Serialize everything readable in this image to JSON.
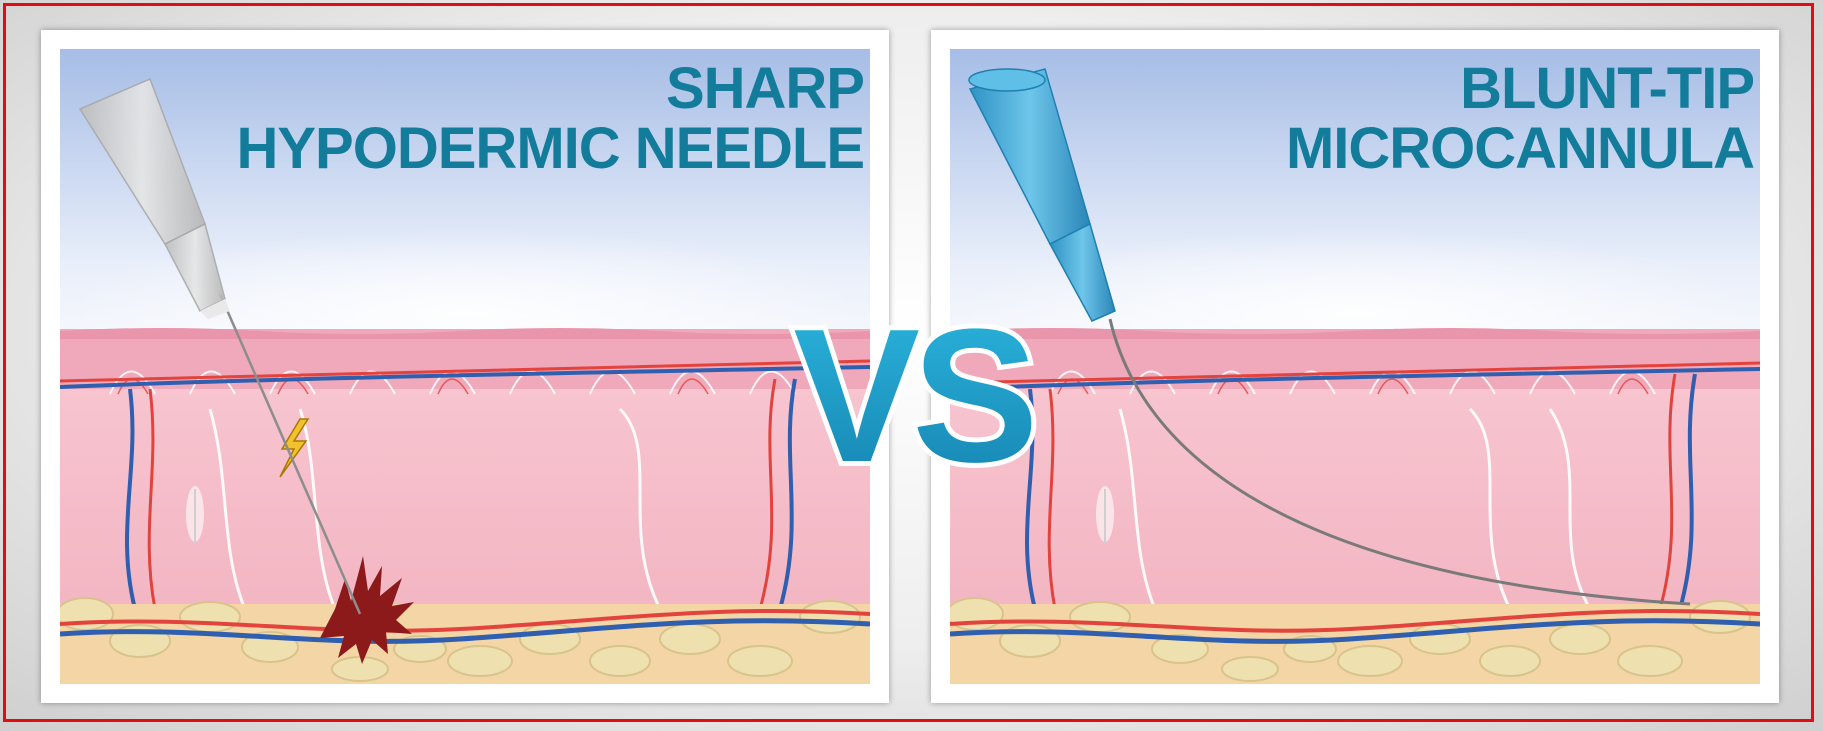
{
  "left_panel": {
    "title_line1": "SHARP",
    "title_line2": "HYPODERMIC NEEDLE"
  },
  "right_panel": {
    "title_line1": "BLUNT-TIP",
    "title_line2": "MICROCANNULA"
  },
  "vs_label": "VS",
  "colors": {
    "title_text": "#127c9a",
    "vs_fill": "#1a9fc8",
    "frame_border": "#e30c12",
    "sky_top": "#a9bfe6",
    "skin_pink": "#f4b3c2",
    "artery": "#e2433c",
    "vein": "#2f5fae",
    "needle_hub_left": "#c8c8c8",
    "cannula_hub_right": "#3fa9d6",
    "bruise": "#8c1a1a"
  },
  "icons": [
    "syringe-needle-icon",
    "microcannula-icon",
    "blood-bruise-icon",
    "pain-lightning-icon"
  ]
}
